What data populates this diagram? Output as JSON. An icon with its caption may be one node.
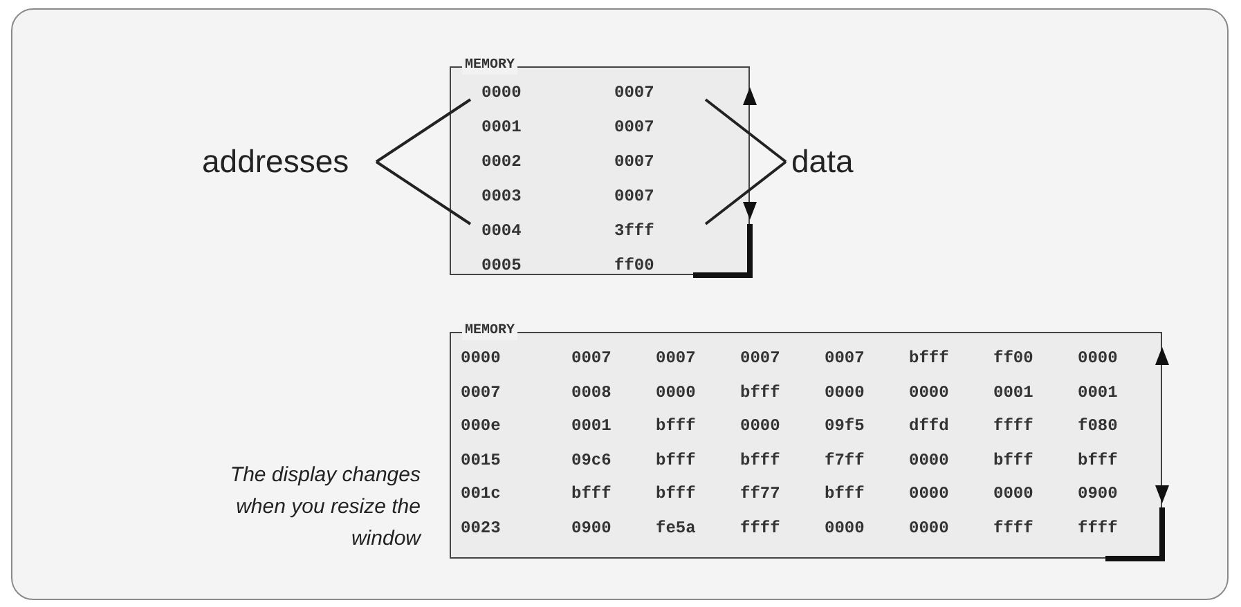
{
  "diagram": {
    "nodes": [
      {
        "text": [
          "MEMORY"
        ]
      },
      {
        "text": [
          "addresses"
        ]
      },
      {
        "text": [
          "data"
        ]
      },
      {
        "text": [
          "MEMORY"
        ]
      },
      {
        "text": [
          "The display changes when you resize the window"
        ]
      }
    ],
    "edges": [
      {
        "from": 1,
        "to": 0,
        "arrow": "none"
      },
      {
        "from": 1,
        "to": 0,
        "arrow": "none"
      },
      {
        "from": 2,
        "to": 0,
        "arrow": "none"
      },
      {
        "from": 2,
        "to": 0,
        "arrow": "none"
      }
    ],
    "labels": [
      "0000",
      "0007",
      "0001",
      "0007",
      "0002",
      "0007",
      "0003",
      "0007",
      "0004",
      "3fff",
      "0005",
      "ff00",
      "0000",
      "0007",
      "0007",
      "0007",
      "0007",
      "bfff",
      "ff00",
      "0000",
      "0007",
      "0008",
      "0000",
      "bfff",
      "0000",
      "0000",
      "0001",
      "0001",
      "000e",
      "0001",
      "bfff",
      "0000",
      "09f5",
      "dffd",
      "ffff",
      "f080",
      "0015",
      "09c6",
      "bfff",
      "bfff",
      "f7ff",
      "0000",
      "bfff",
      "bfff",
      "001c",
      "bfff",
      "bfff",
      "ff77",
      "bfff",
      "0000",
      "0000",
      "0900",
      "0023",
      "0900",
      "fe5a",
      "ffff",
      "0000",
      "0000",
      "ffff",
      "ffff"
    ]
  }
}
